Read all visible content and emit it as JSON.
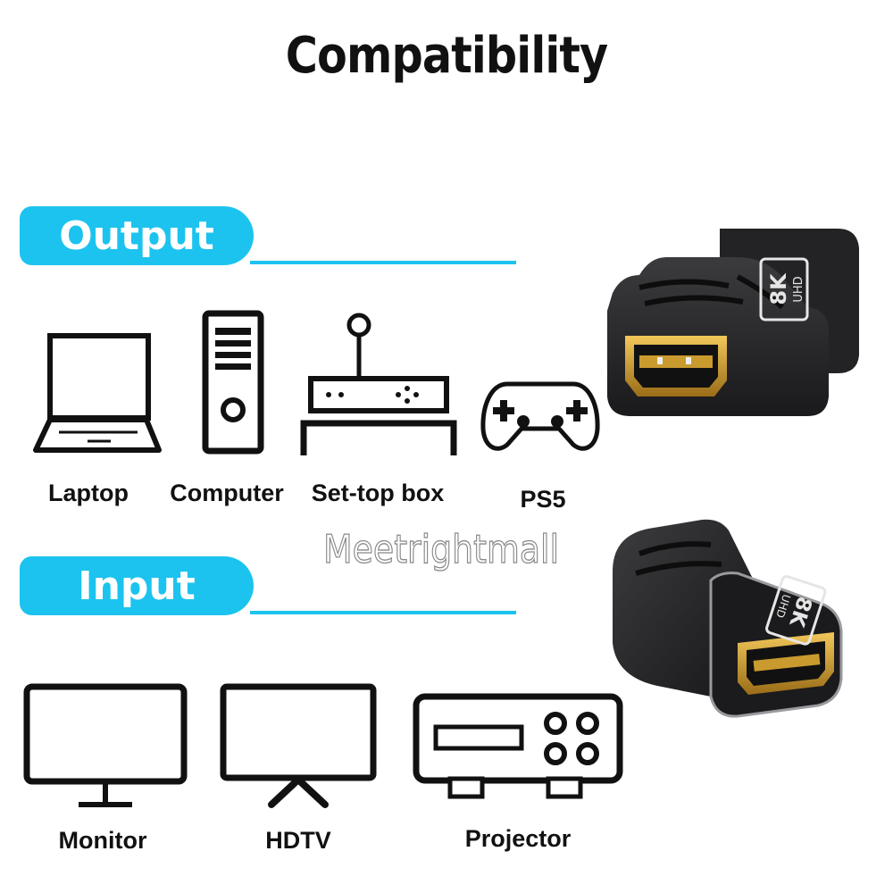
{
  "title": "Compatibility",
  "output": {
    "heading": "Output",
    "devices": [
      {
        "label": "Laptop",
        "icon": "laptop-icon"
      },
      {
        "label": "Computer",
        "icon": "computer-tower-icon"
      },
      {
        "label": "Set-top box",
        "icon": "set-top-box-icon"
      },
      {
        "label": "PS5",
        "icon": "gamepad-icon"
      }
    ]
  },
  "input": {
    "heading": "Input",
    "devices": [
      {
        "label": "Monitor",
        "icon": "monitor-icon"
      },
      {
        "label": "HDTV",
        "icon": "tv-icon"
      },
      {
        "label": "Projector",
        "icon": "projector-icon"
      }
    ]
  },
  "watermark": "Meetrightmall",
  "product_badge": "8K UHD",
  "colors": {
    "accent": "#1cc3ef",
    "product_body": "#2a2a2c",
    "connector_gold": "#c99a2e"
  }
}
